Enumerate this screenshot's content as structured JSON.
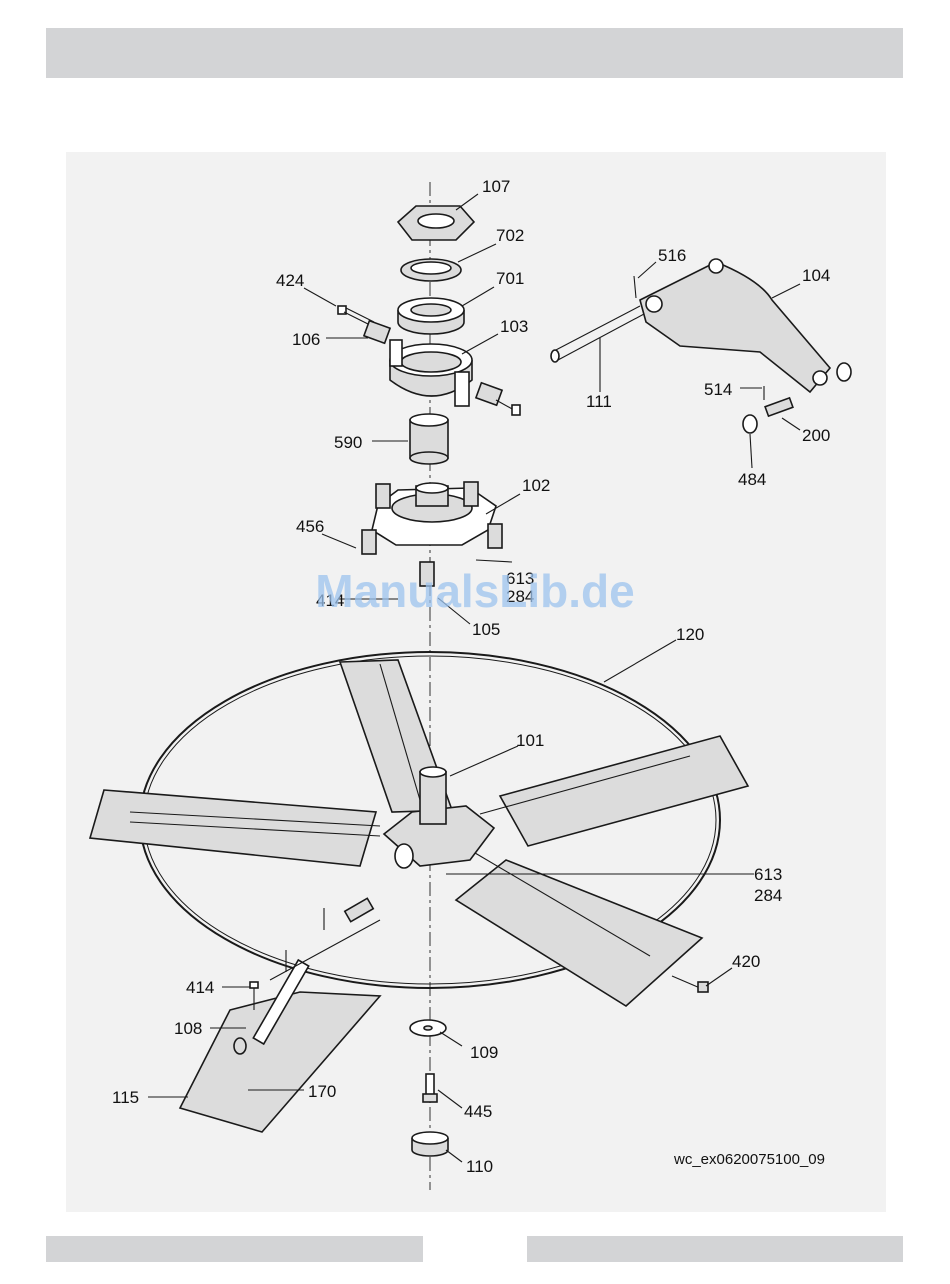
{
  "watermark": "ManualsLib.de",
  "figure_ref": "wc_ex0620075100_09",
  "callouts": {
    "c107": "107",
    "c702": "702",
    "c701": "701",
    "c424": "424",
    "c106": "106",
    "c103": "103",
    "c516": "516",
    "c104": "104",
    "c111": "111",
    "c514": "514",
    "c200": "200",
    "c484": "484",
    "c590": "590",
    "c102": "102",
    "c456": "456",
    "c613a": "613",
    "c284a": "284",
    "c414a": "414",
    "c105": "105",
    "c120": "120",
    "c101": "101",
    "c613b": "613",
    "c284b": "284",
    "c420": "420",
    "c414b": "414",
    "c108": "108",
    "c109": "109",
    "c170": "170",
    "c115": "115",
    "c445": "445",
    "c110": "110"
  }
}
